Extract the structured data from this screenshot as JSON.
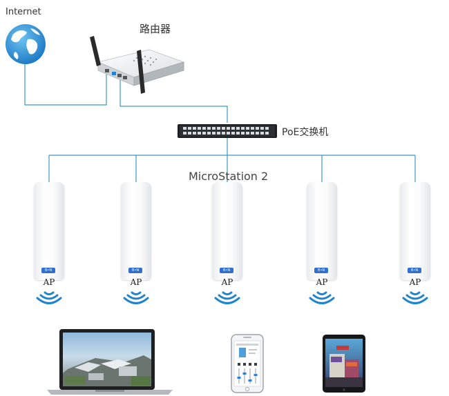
{
  "internet_label": "Internet",
  "router_label": "路由器",
  "switch_label": "PoE交换机",
  "network_label": "MicroStation  2",
  "ap_labels": [
    "AP",
    "AP",
    "AP",
    "AP",
    "AP"
  ],
  "colors": {
    "link": "#3b98c4",
    "ap_badge": "#2f6fd0",
    "wifi": "#1f84d0"
  },
  "icons": [
    "globe-icon",
    "router-icon",
    "poe-switch-icon",
    "access-point-icon",
    "wifi-signal-icon",
    "laptop-icon",
    "smartphone-icon",
    "tablet-icon"
  ]
}
